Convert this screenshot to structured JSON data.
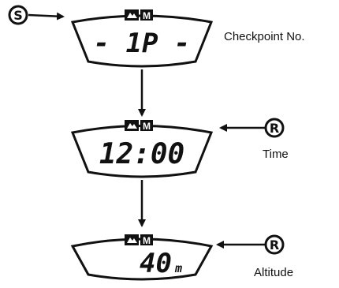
{
  "panels": [
    {
      "display": "- 1P -",
      "icons": [
        "mountain-icon",
        "m-icon"
      ],
      "icon_m_text": "M",
      "button": "S",
      "label": "Checkpoint No."
    },
    {
      "display": "12:00",
      "icons": [
        "mountain-icon",
        "m-icon"
      ],
      "icon_m_text": "M",
      "button": "R",
      "label": "Time"
    },
    {
      "display": "40",
      "unit": "m",
      "icons": [
        "mountain-icon",
        "m-icon"
      ],
      "icon_m_text": "M",
      "button": "R",
      "label": "Altitude"
    }
  ],
  "colors": {
    "ink": "#111111",
    "background": "#ffffff"
  }
}
